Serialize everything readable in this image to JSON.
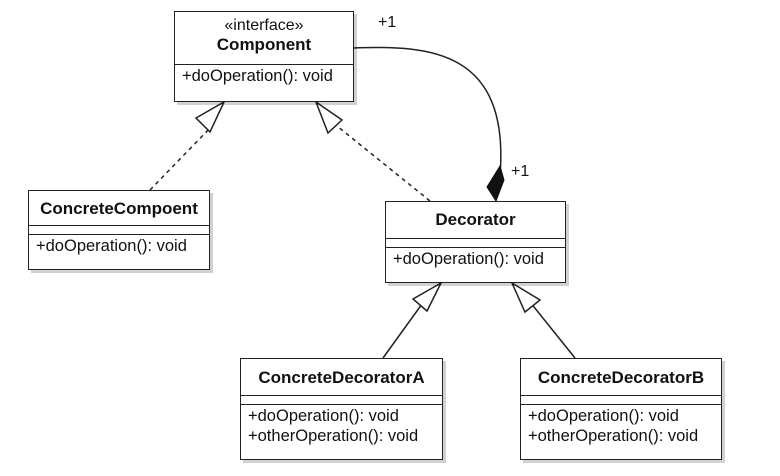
{
  "classes": {
    "component": {
      "stereotype": "«interface»",
      "name": "Component",
      "operations": [
        "+doOperation(): void"
      ]
    },
    "concrete_component": {
      "name": "ConcreteCompoent",
      "operations": [
        "+doOperation(): void"
      ]
    },
    "decorator": {
      "name": "Decorator",
      "operations": [
        "+doOperation(): void"
      ]
    },
    "concrete_decorator_a": {
      "name": "ConcreteDecoratorA",
      "operations": [
        "+doOperation(): void",
        "+otherOperation(): void"
      ]
    },
    "concrete_decorator_b": {
      "name": "ConcreteDecoratorB",
      "operations": [
        "+doOperation(): void",
        "+otherOperation(): void"
      ]
    }
  },
  "relationships": {
    "composition": {
      "source_multiplicity": "+1",
      "target_multiplicity": "+1"
    }
  },
  "colors": {
    "line": "#222222",
    "background": "#ffffff"
  }
}
